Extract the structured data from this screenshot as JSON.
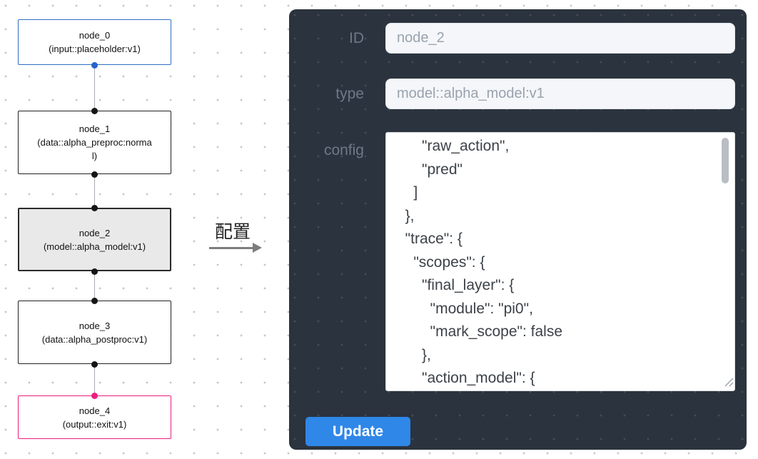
{
  "flowchart": {
    "nodes": [
      {
        "name": "node_0",
        "type_label": "(input::placeholder:v1)",
        "kind": "input",
        "border_color": "#2f6fc0"
      },
      {
        "name": "node_1",
        "type_label": "(data::alpha_preproc:normal)",
        "kind": "default",
        "border_color": "#222222"
      },
      {
        "name": "node_2",
        "type_label": "(model::alpha_model:v1)",
        "kind": "selected",
        "border_color": "#2b2b2b",
        "bg_color": "#e9e9e9"
      },
      {
        "name": "node_3",
        "type_label": "(data::alpha_postproc:v1)",
        "kind": "default",
        "border_color": "#222222"
      },
      {
        "name": "node_4",
        "type_label": "(output::exit:v1)",
        "kind": "output",
        "border_color": "#ea1e7e"
      }
    ],
    "port_colors": {
      "input": "#2563c9",
      "default": "#151515",
      "output": "#ec1f7f"
    }
  },
  "transition": {
    "label": "配置"
  },
  "panel": {
    "bg_color": "#2b333e",
    "accent_color": "#2f87e8",
    "fields": {
      "id": {
        "label": "ID",
        "value": "node_2"
      },
      "type": {
        "label": "type",
        "value": "model::alpha_model:v1"
      },
      "config": {
        "label": "config",
        "value": "      \"raw_action\",\n      \"pred\"\n    ]\n  },\n  \"trace\": {\n    \"scopes\": {\n      \"final_layer\": {\n        \"module\": \"pi0\",\n        \"mark_scope\": false\n      },\n      \"action_model\": {"
      }
    },
    "update_button_label": "Update"
  }
}
